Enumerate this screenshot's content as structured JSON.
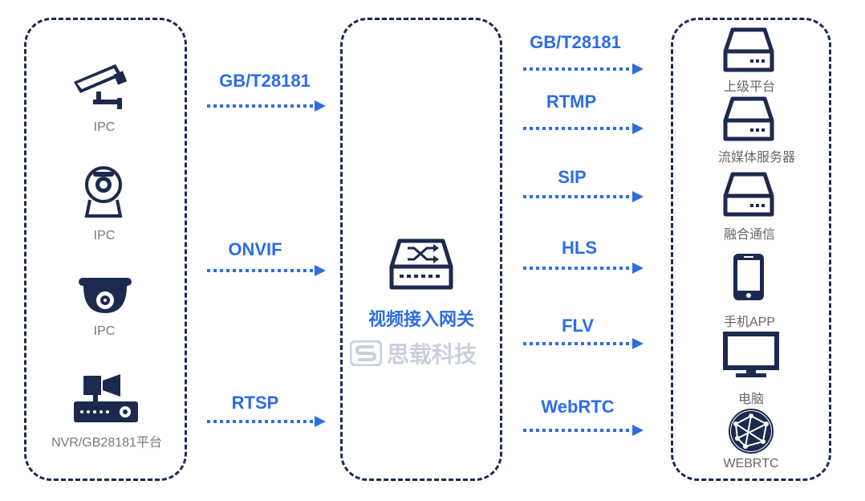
{
  "sources": [
    {
      "label": "IPC",
      "icon": "bullet-camera-icon"
    },
    {
      "label": "IPC",
      "icon": "dome-camera-icon"
    },
    {
      "label": "IPC",
      "icon": "ceiling-camera-icon"
    },
    {
      "label": "NVR/GB28181平台",
      "icon": "nvr-icon"
    }
  ],
  "input_protocols": [
    "GB/T28181",
    "ONVIF",
    "RTSP"
  ],
  "gateway": {
    "title": "视频接入网关",
    "icon": "gateway-switch-icon",
    "watermark": "思载科技"
  },
  "output_protocols": [
    "GB/T28181",
    "RTMP",
    "SIP",
    "HLS",
    "FLV",
    "WebRTC"
  ],
  "targets": [
    {
      "label": "上级平台",
      "icon": "server-icon"
    },
    {
      "label": "流媒体服务器",
      "icon": "server-icon"
    },
    {
      "label": "融合通信",
      "icon": "server-icon"
    },
    {
      "label": "手机APP",
      "icon": "phone-icon"
    },
    {
      "label": "电脑",
      "icon": "monitor-icon"
    },
    {
      "label": "WEBRTC",
      "icon": "globe-icon"
    }
  ],
  "colors": {
    "accent": "#2e6ce6",
    "dark": "#1c2a4f",
    "muted": "#777777"
  }
}
